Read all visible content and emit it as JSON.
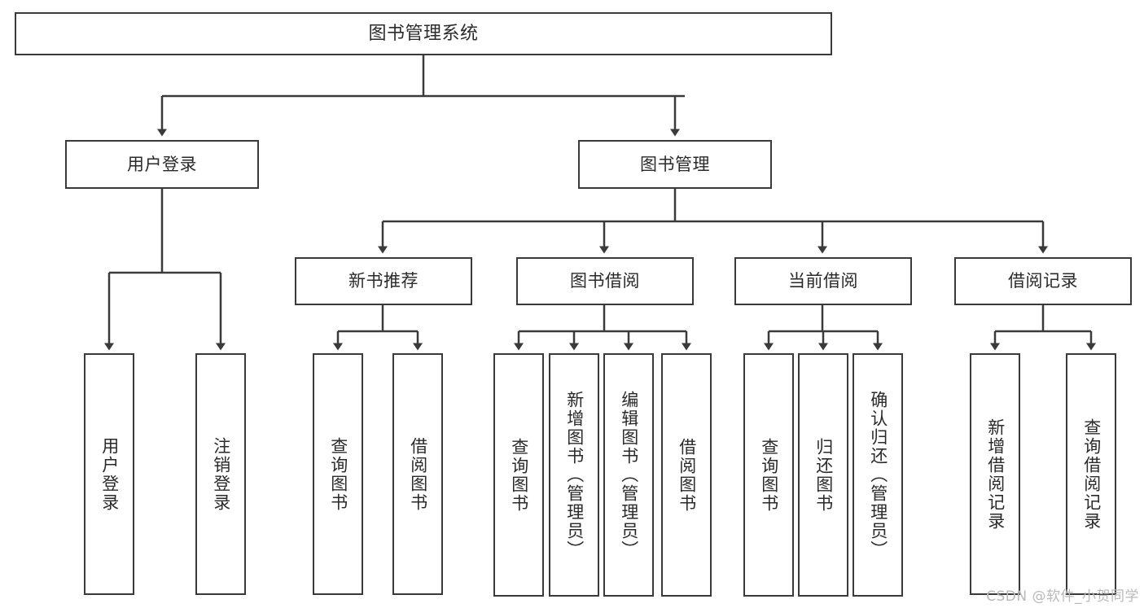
{
  "diagram": {
    "title": "图书管理系统",
    "type": "tree-hierarchy",
    "watermark": "CSDN @软件_小贺同学",
    "colors": {
      "box_border": "#3a3a3a",
      "box_fill": "#ffffff",
      "edge": "#3a3a3a",
      "text": "#2a2a2a",
      "watermark": "#b9b9b9",
      "background": "#ffffff"
    },
    "nodes": {
      "root": {
        "label": "图书管理系统"
      },
      "level2": [
        {
          "id": "user-login",
          "label": "用户登录"
        },
        {
          "id": "book-manage",
          "label": "图书管理"
        }
      ],
      "level3": [
        {
          "id": "new-book-recommend",
          "label": "新书推荐"
        },
        {
          "id": "book-borrow",
          "label": "图书借阅"
        },
        {
          "id": "current-borrow",
          "label": "当前借阅"
        },
        {
          "id": "borrow-record",
          "label": "借阅记录"
        }
      ],
      "leaves": {
        "user-login": [
          {
            "id": "leaf-user-login",
            "label": "用户登录"
          },
          {
            "id": "leaf-user-logout",
            "label": "注销登录"
          }
        ],
        "new-book-recommend": [
          {
            "id": "leaf-query-book-1",
            "label": "查询图书"
          },
          {
            "id": "leaf-borrow-book-1",
            "label": "借阅图书"
          }
        ],
        "book-borrow": [
          {
            "id": "leaf-query-book-2",
            "label": "查询图书"
          },
          {
            "id": "leaf-add-book",
            "label": "新增图书（管理员）"
          },
          {
            "id": "leaf-edit-book",
            "label": "编辑图书（管理员）"
          },
          {
            "id": "leaf-borrow-book-2",
            "label": "借阅图书"
          }
        ],
        "current-borrow": [
          {
            "id": "leaf-query-book-3",
            "label": "查询图书"
          },
          {
            "id": "leaf-return-book",
            "label": "归还图书"
          },
          {
            "id": "leaf-confirm-return",
            "label": "确认归还（管理员）"
          }
        ],
        "borrow-record": [
          {
            "id": "leaf-add-record",
            "label": "新增借阅记录"
          },
          {
            "id": "leaf-query-record",
            "label": "查询借阅记录"
          }
        ]
      }
    }
  }
}
